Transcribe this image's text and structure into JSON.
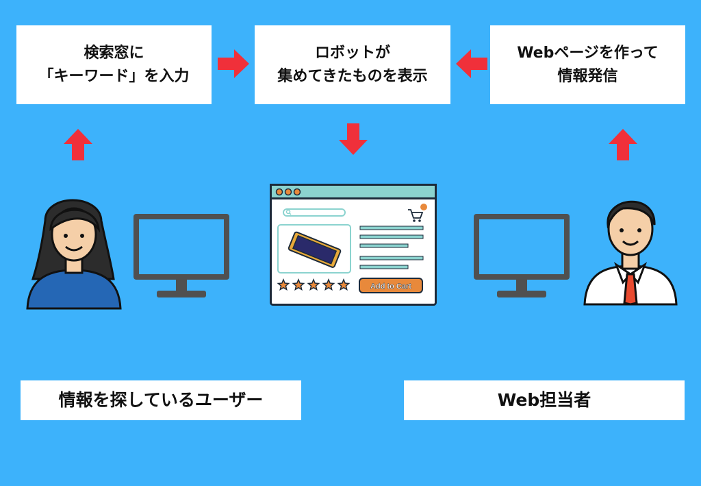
{
  "boxes": {
    "search": {
      "line1": "検索窓に",
      "line2": "「キーワード」を入力"
    },
    "robot": {
      "line1": "ロボットが",
      "line2": "集めてきたものを表示"
    },
    "webpage": {
      "line1": "Webページを作って",
      "line2": "情報発信"
    }
  },
  "labels": {
    "user": "情報を探しているユーザー",
    "web_manager": "Web担当者"
  },
  "product_page": {
    "add_to_cart": "Add to Cart",
    "cart_badge": "!",
    "rating_stars": 5
  },
  "colors": {
    "background": "#3db2fb",
    "arrow": "#f0303a",
    "monitor": "#505050",
    "button": "#e8893b",
    "header": "#8bd3cf",
    "phone": "#e8a93a"
  },
  "icons": [
    "arrow-right-icon",
    "arrow-left-icon",
    "arrow-up-icon",
    "arrow-down-icon",
    "monitor-icon",
    "cart-icon",
    "search-icon",
    "star-icon"
  ]
}
